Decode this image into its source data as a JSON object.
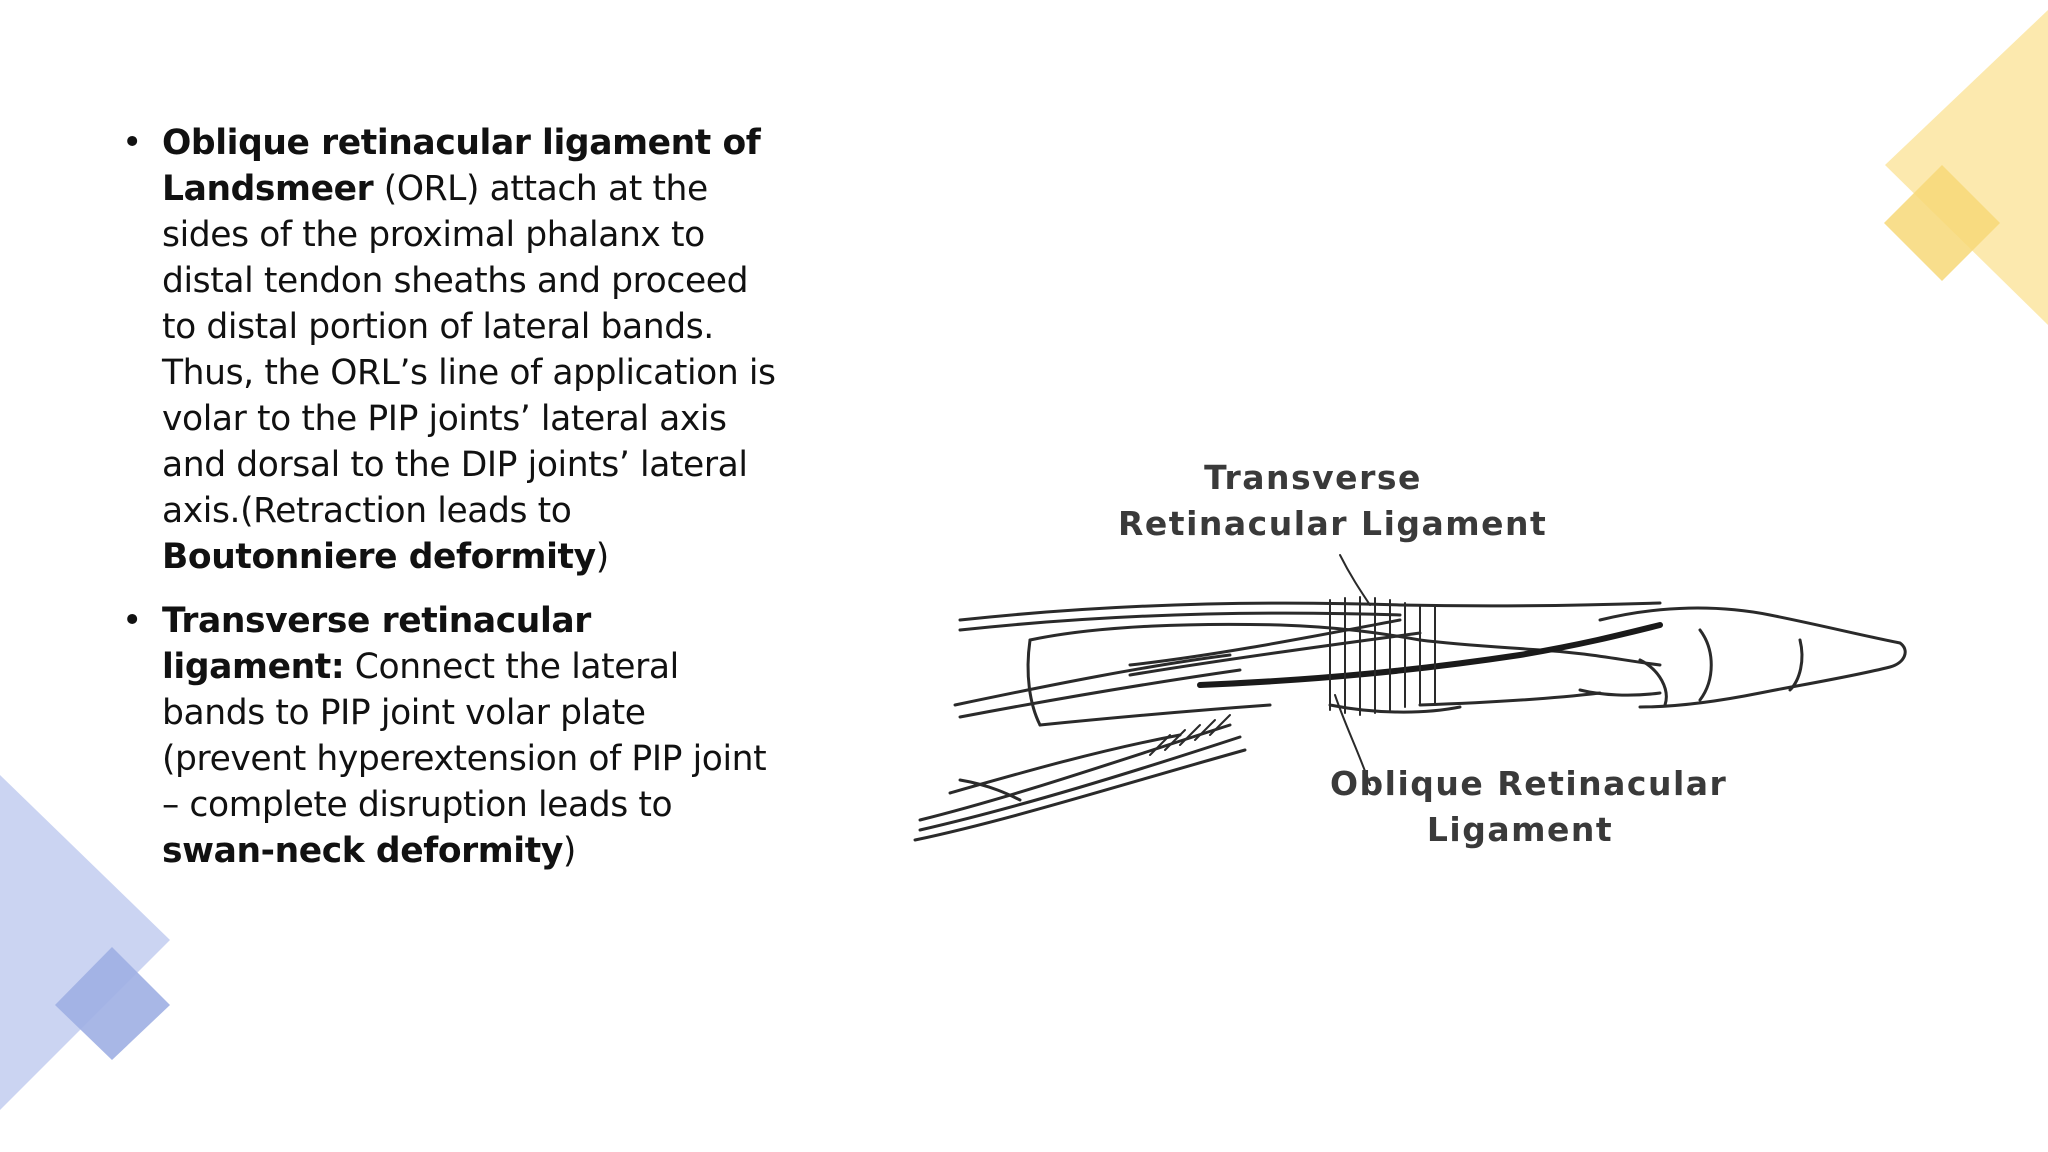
{
  "bullets": [
    {
      "b1_bold": "Oblique retinacular ligament of Landsmeer",
      "b1_text": " (ORL) attach at the sides of  the proximal phalanx to distal tendon sheaths and proceed to distal portion of lateral bands. Thus, the ORL’s line of application is volar to the PIP joints’ lateral axis and dorsal to the DIP joints’ lateral axis.(Retraction leads to ",
      "b1_bold2": "Boutonniere deformity",
      "b1_end": ")"
    },
    {
      "b2_bold": "Transverse retinacular ligament:",
      "b2_text": " Connect the lateral bands to PIP joint volar plate (prevent hyperextension of PIP joint – complete disruption leads to ",
      "b2_bold2": "swan-neck deformity",
      "b2_end": ")"
    }
  ],
  "figure": {
    "label_transverse_1": "Transverse",
    "label_transverse_2": "Retinacular Ligament",
    "label_oblique_1": "Oblique Retinacular",
    "label_oblique_2": "Ligament"
  },
  "colors": {
    "accent_yellow": "#FBE3A0",
    "accent_yellow_dark": "#F9D56A",
    "accent_blue": "#C5CFF0",
    "accent_blue_dark": "#9FB0E4"
  }
}
